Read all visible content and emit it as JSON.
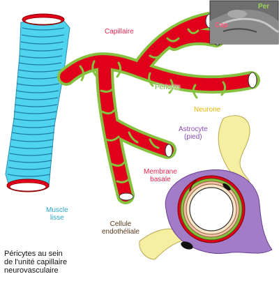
{
  "labels": {
    "capillaire": "Capillaire",
    "pericyte": "Péricyte",
    "neurone": "Neurone",
    "astrocyte": "Astrocyte\n(pied)",
    "membrane": "Membrane\nbasale",
    "cellule": "Cellule\nendothéliale",
    "muscle": "Muscle\nlisse",
    "caption": "Péricytes au sein\nde l'unité capillaire\nneurovasculaire"
  },
  "inset": {
    "per": "Per",
    "cap": "Cap"
  },
  "colors": {
    "capillary_red": "#e0001b",
    "pericyte_green": "#86c13f",
    "muscle_cyan": "#4fd3ee",
    "astrocyte_purple": "#a27cc7",
    "neuron_yellow": "#f6eea0",
    "basal_membrane_pink": "#f0c2a8"
  }
}
